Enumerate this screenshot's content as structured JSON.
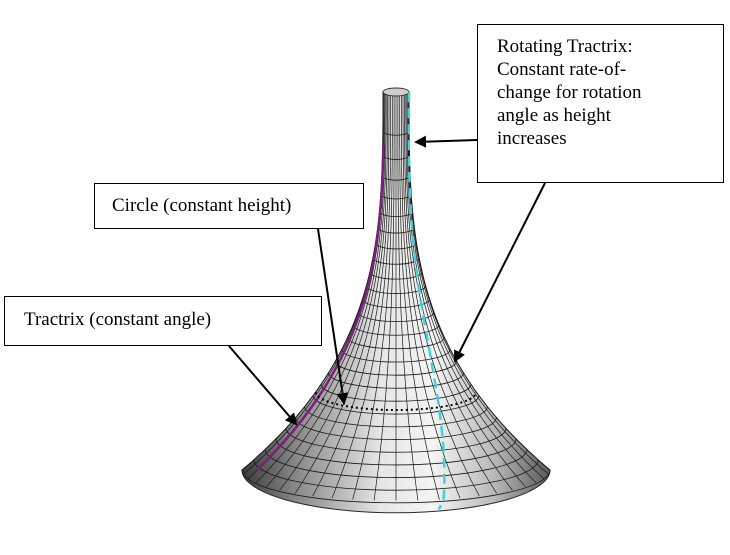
{
  "labels": {
    "rotating_tractrix": {
      "lines": [
        "Rotating Tractrix:",
        "Constant rate-of-",
        "change for rotation",
        "angle as height",
        "increases"
      ]
    },
    "circle": "Circle (constant height)",
    "tractrix": "Tractrix (constant angle)"
  },
  "colors": {
    "background": "#ffffff",
    "mesh_dark": "#2a2a2a",
    "mesh_light": "#dcdcdc",
    "grid_lines": "#1a1a1a",
    "tractrix_curve": "#7a1f7a",
    "rotating_tractrix_curve": "#3fd3d8",
    "circle_curve": "#000000",
    "arrow": "#000000"
  }
}
